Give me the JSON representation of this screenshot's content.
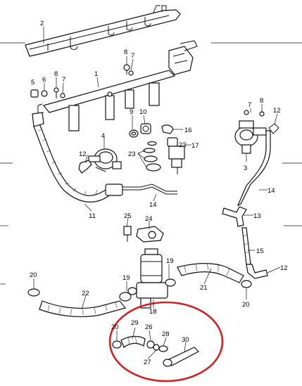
{
  "callouts": [
    {
      "id": "c2",
      "label": "2"
    },
    {
      "id": "c8a",
      "label": "8"
    },
    {
      "id": "c7a",
      "label": "7"
    },
    {
      "id": "c1",
      "label": "1"
    },
    {
      "id": "c5",
      "label": "5"
    },
    {
      "id": "c6",
      "label": "6"
    },
    {
      "id": "c8b",
      "label": "8"
    },
    {
      "id": "c7b",
      "label": "7"
    },
    {
      "id": "c9",
      "label": "9"
    },
    {
      "id": "c10",
      "label": "10"
    },
    {
      "id": "c16",
      "label": "16"
    },
    {
      "id": "c4",
      "label": "4"
    },
    {
      "id": "c12a",
      "label": "12"
    },
    {
      "id": "c23a",
      "label": "23"
    },
    {
      "id": "c23b",
      "label": "23"
    },
    {
      "id": "c17",
      "label": "17"
    },
    {
      "id": "c8c",
      "label": "8"
    },
    {
      "id": "c7c",
      "label": "7"
    },
    {
      "id": "c12b",
      "label": "12"
    },
    {
      "id": "c3",
      "label": "3"
    },
    {
      "id": "c14a",
      "label": "14"
    },
    {
      "id": "c14b",
      "label": "14"
    },
    {
      "id": "c11",
      "label": "11"
    },
    {
      "id": "c13",
      "label": "13"
    },
    {
      "id": "c25",
      "label": "25"
    },
    {
      "id": "c24",
      "label": "24"
    },
    {
      "id": "c15",
      "label": "15"
    },
    {
      "id": "c20a",
      "label": "20"
    },
    {
      "id": "c19a",
      "label": "19"
    },
    {
      "id": "c22",
      "label": "22"
    },
    {
      "id": "c19b",
      "label": "19"
    },
    {
      "id": "c18",
      "label": "18"
    },
    {
      "id": "c21",
      "label": "21"
    },
    {
      "id": "c12c",
      "label": "12"
    },
    {
      "id": "c20b",
      "label": "20"
    },
    {
      "id": "c29",
      "label": "29"
    },
    {
      "id": "c26",
      "label": "26"
    },
    {
      "id": "c28",
      "label": "28"
    },
    {
      "id": "c30",
      "label": "30"
    },
    {
      "id": "c27",
      "label": "27"
    },
    {
      "id": "c20c",
      "label": "20"
    }
  ],
  "highlight": {
    "color": "#d42020"
  },
  "line_color": "#111111"
}
